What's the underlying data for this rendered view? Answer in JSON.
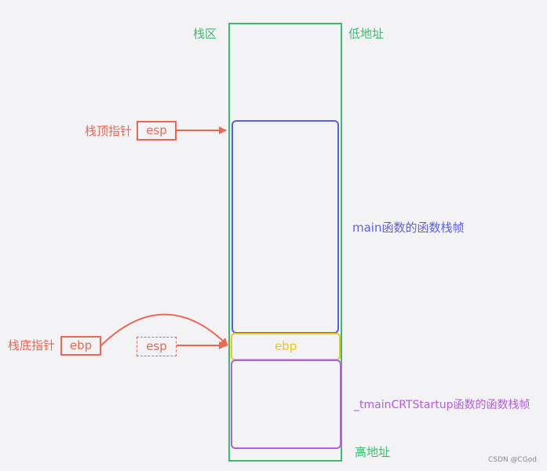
{
  "stack_area_label": "栈区",
  "low_address_label": "低地址",
  "high_address_label": "高地址",
  "top_pointer_label": "栈顶指针",
  "base_pointer_label": "栈底指针",
  "esp_register": "esp",
  "ebp_register": "ebp",
  "old_esp_register": "esp",
  "ebp_slot_label": "ebp",
  "main_frame_label": "main函数的函数栈帧",
  "startup_frame_label": "_tmainCRTStartup函数的函数栈帧",
  "watermark": "CSDN @CGod",
  "colors": {
    "stack": "#3dba6f",
    "pointer": "#ef6753",
    "main_frame": "#5b5fe6",
    "ebp_slot": "#f0c419",
    "startup_frame": "#b55cdf"
  }
}
